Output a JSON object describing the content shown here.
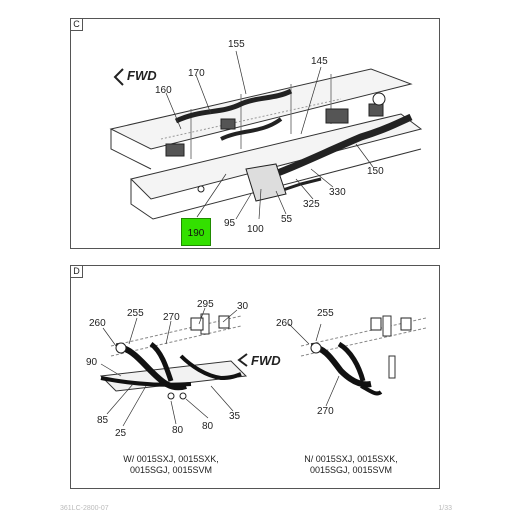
{
  "panels": {
    "c": {
      "letter": "C",
      "direction_label": "FWD",
      "callouts": [
        "155",
        "145",
        "170",
        "160",
        "150",
        "330",
        "325",
        "55",
        "100",
        "95"
      ],
      "highlighted_callout": "190",
      "highlight_color": "#33e000"
    },
    "d": {
      "letter": "D",
      "direction_label": "FWD",
      "left_callouts": [
        "295",
        "30",
        "255",
        "270",
        "260",
        "90",
        "85",
        "25",
        "80",
        "80",
        "35"
      ],
      "right_callouts": [
        "255",
        "260",
        "270"
      ],
      "left_caption": [
        "W/ 0015SXJ, 0015SXK,",
        "0015SGJ, 0015SVM"
      ],
      "right_caption": [
        "N/ 0015SXJ, 0015SXK,",
        "0015SGJ, 0015SVM"
      ]
    }
  },
  "footer": {
    "left": "361LC-2800-07",
    "right": "1/33"
  }
}
